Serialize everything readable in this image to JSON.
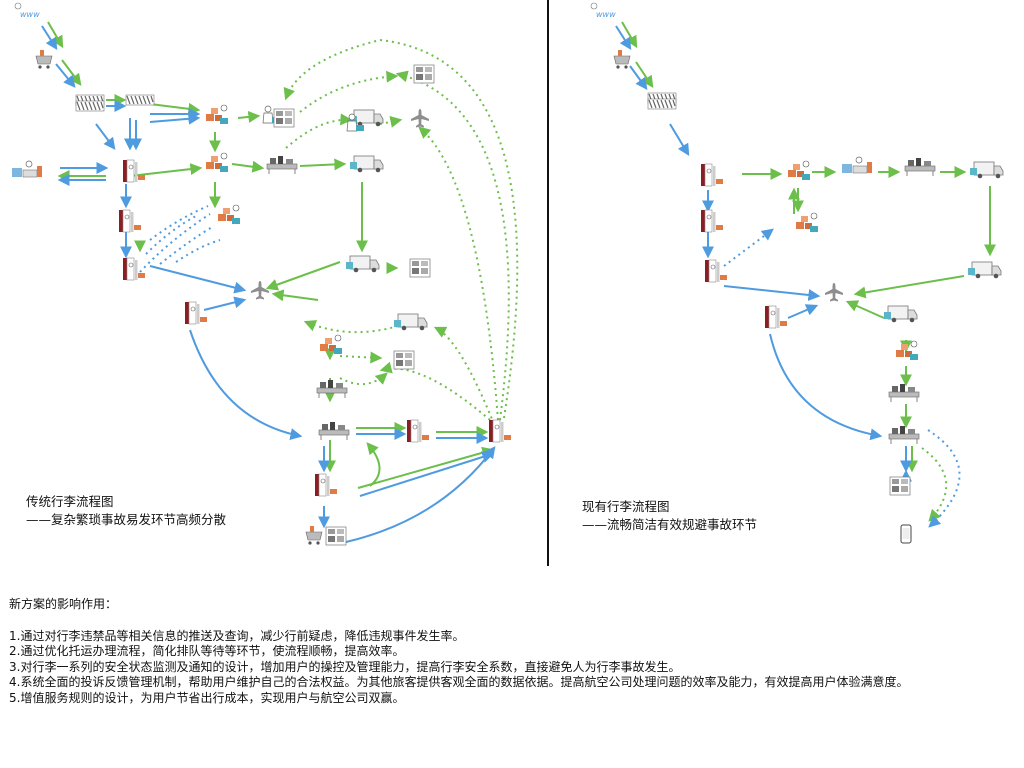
{
  "left_diagram": {
    "title": "传统行李流程图",
    "subtitle": "——复杂繁琐事故易发环节高频分散"
  },
  "right_diagram": {
    "title": "现有行李流程图",
    "subtitle": "——流畅简洁有效规避事故环节"
  },
  "colors": {
    "green": "#6cbf4a",
    "blue": "#4f9be0",
    "dark_red": "#8b1e23",
    "orange": "#e07b45",
    "gray": "#9a9a9a"
  },
  "icons": [
    "airplane-icon",
    "truck-icon",
    "conveyor-icon",
    "luggage-stack-icon",
    "worker-icon",
    "security-gate-icon",
    "cart-icon",
    "phone-icon",
    "computer-desk-icon"
  ],
  "notes": {
    "heading": "新方案的影响作用：",
    "items": [
      "1.通过对行李违禁品等相关信息的推送及查询，减少行前疑虑，降低违规事件发生率。",
      "2.通过优化托运办理流程，简化排队等待等环节，使流程顺畅，提高效率。",
      "3.对行李一系列的安全状态监测及通知的设计，增加用户的操控及管理能力，提高行李安全系数，直接避免人为行李事故发生。",
      "4.系统全面的投诉反馈管理机制，帮助用户维护自己的合法权益。为其他旅客提供客观全面的数据依据。提高航空公司处理问题的效率及能力，有效提高用户体验满意度。",
      "5.增值服务规则的设计，为用户节省出行成本，实现用户与航空公司双赢。"
    ]
  }
}
